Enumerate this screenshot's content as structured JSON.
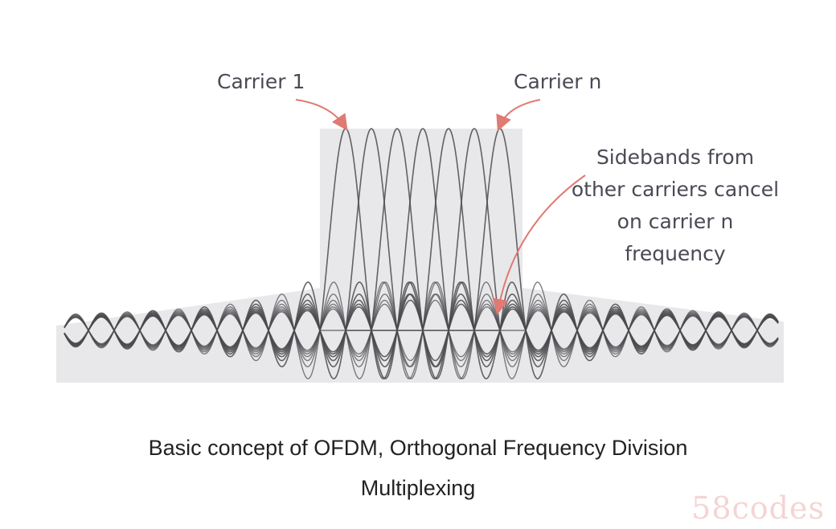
{
  "diagram": {
    "labels": {
      "carrier_first": "Carrier 1",
      "carrier_last": "Carrier n",
      "sidebands_line1": "Sidebands from",
      "sidebands_line2": "other carriers cancel",
      "sidebands_line3": "on carrier n",
      "sidebands_line4": "frequency"
    },
    "colors": {
      "waveform": "#4a4a4e",
      "band_fill": "#e8e8ea",
      "arrow": "#e07a72",
      "label_text": "#4a4a55"
    },
    "subcarrier_count": 7
  },
  "caption": {
    "line1": "Basic concept of OFDM, Orthogonal Frequency Division",
    "line2": "Multiplexing"
  },
  "watermark": {
    "text": "58codes"
  }
}
